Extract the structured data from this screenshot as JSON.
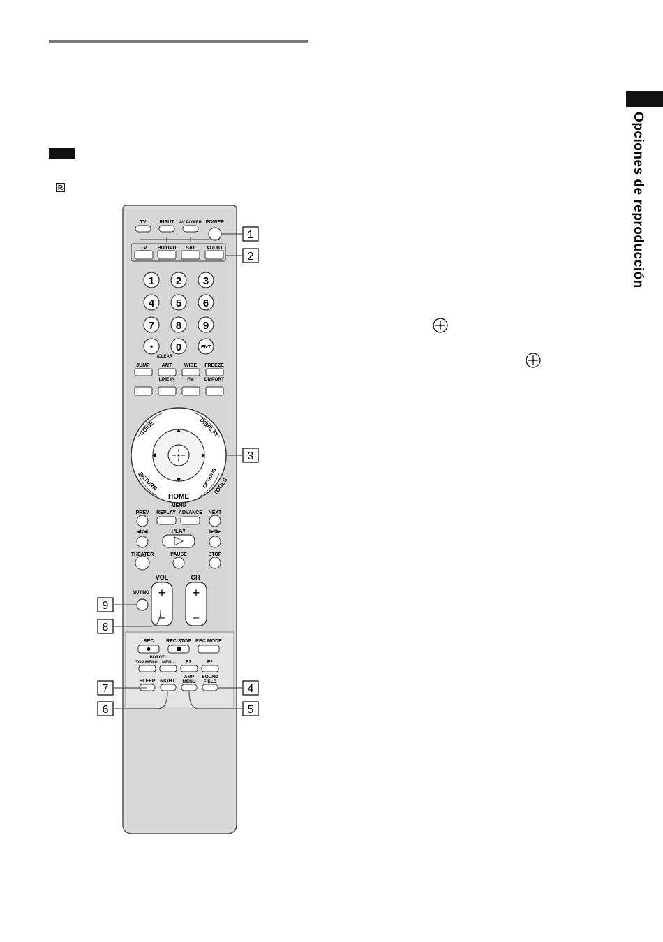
{
  "page": {
    "side_title": "Opciones de reproducción",
    "r_icon": "R"
  },
  "remote": {
    "row1": [
      "TV",
      "INPUT",
      "AV POWER",
      "POWER"
    ],
    "row2": [
      "TV",
      "BD/DVD",
      "SAT",
      "AUDIO"
    ],
    "digits": [
      "1",
      "2",
      "3",
      "4",
      "5",
      "6",
      "7",
      "8",
      "9",
      "•",
      "0",
      "ENT"
    ],
    "clear_label": "/CLEAR",
    "row_func1": [
      "JUMP",
      "ANT",
      "WIDE",
      "FREEZE"
    ],
    "row_func2": [
      "",
      "LINE IN",
      "FM",
      "DMPORT"
    ],
    "ring": {
      "guide": "GUIDE",
      "display": "DISPLAY",
      "return": "RETURN",
      "options": "OPTIONS",
      "tools": "TOOLS",
      "home": "HOME",
      "menu": "MENU"
    },
    "transport1": [
      "PREV",
      "REPLAY",
      "ADVANCE",
      "NEXT"
    ],
    "transport2": [
      "◀II/◀I",
      "PLAY",
      "I▶/II▶"
    ],
    "transport3": [
      "THEATER",
      "PAUSE",
      "STOP"
    ],
    "vol_label": "VOL",
    "ch_label": "CH",
    "muting_label": "MUTING",
    "plus": "+",
    "minus": "–",
    "rec_row": [
      "REC",
      "REC STOP",
      "REC MODE"
    ],
    "bddvd_label": "BD/DVD",
    "menu_row": [
      "TOP MENU",
      "MENU",
      "F1",
      "F2"
    ],
    "bottom_row": [
      "SLEEP",
      "NIGHT",
      "AMP MENU",
      "SOUND FIELD"
    ],
    "amp": "AMP",
    "amp_menu": "MENU",
    "sound": "SOUND",
    "field": "FIELD",
    "callouts": [
      "1",
      "2",
      "3",
      "4",
      "5",
      "6",
      "7",
      "8",
      "9"
    ]
  }
}
